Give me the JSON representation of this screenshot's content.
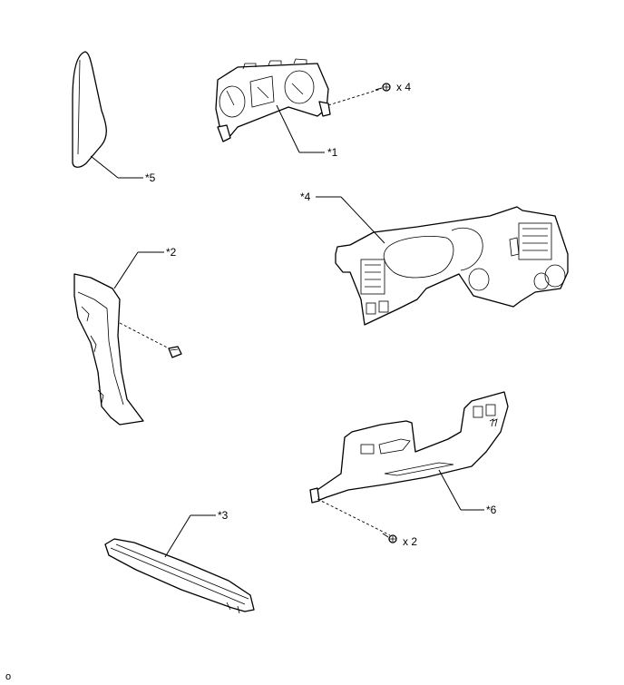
{
  "labels": {
    "p1": "*1",
    "p2": "*2",
    "p3": "*3",
    "p4": "*4",
    "p5": "*5",
    "p6": "*6"
  },
  "quantities": {
    "cluster_screws": "x 4",
    "lower_panel_screws": "x 2"
  },
  "figure_code": "o"
}
